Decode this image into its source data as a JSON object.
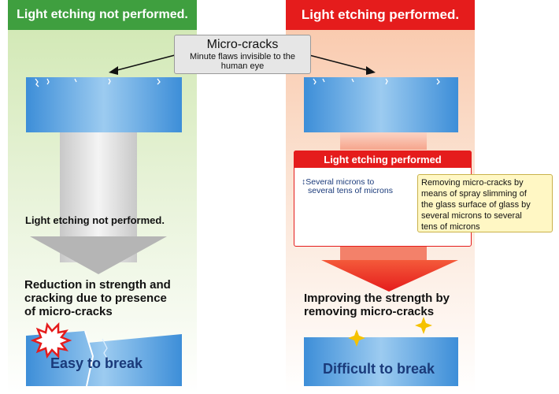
{
  "left": {
    "header": "Light etching not performed.",
    "arrow_label": "Light etching not performed.",
    "result": "Reduction in strength and cracking due to presence of micro-cracks",
    "result_lines": [
      "Reduction in strength and",
      "cracking due to presence",
      "of micro-cracks"
    ],
    "outcome": "Easy to break"
  },
  "right": {
    "header": "Light etching performed.",
    "panel_title": "Light etching performed",
    "thickness_lines": [
      "Several microns to",
      "several tens of microns"
    ],
    "note_lines": [
      "Removing micro-cracks by",
      "means of spray slimming of",
      "the glass surface of glass by",
      "several microns to several",
      "tens of microns"
    ],
    "result_lines": [
      "Improving the strength by",
      "removing micro-cracks"
    ],
    "outcome": "Difficult to break"
  },
  "callout": {
    "title": "Micro-cracks",
    "subtitle_lines": [
      "Minute flaws invisible to the",
      "human eye"
    ]
  },
  "colors": {
    "left_accent": "#3f9f3f",
    "right_accent": "#e51c1c",
    "glass": "#5aa6e6",
    "note_bg": "#fff7c4"
  }
}
